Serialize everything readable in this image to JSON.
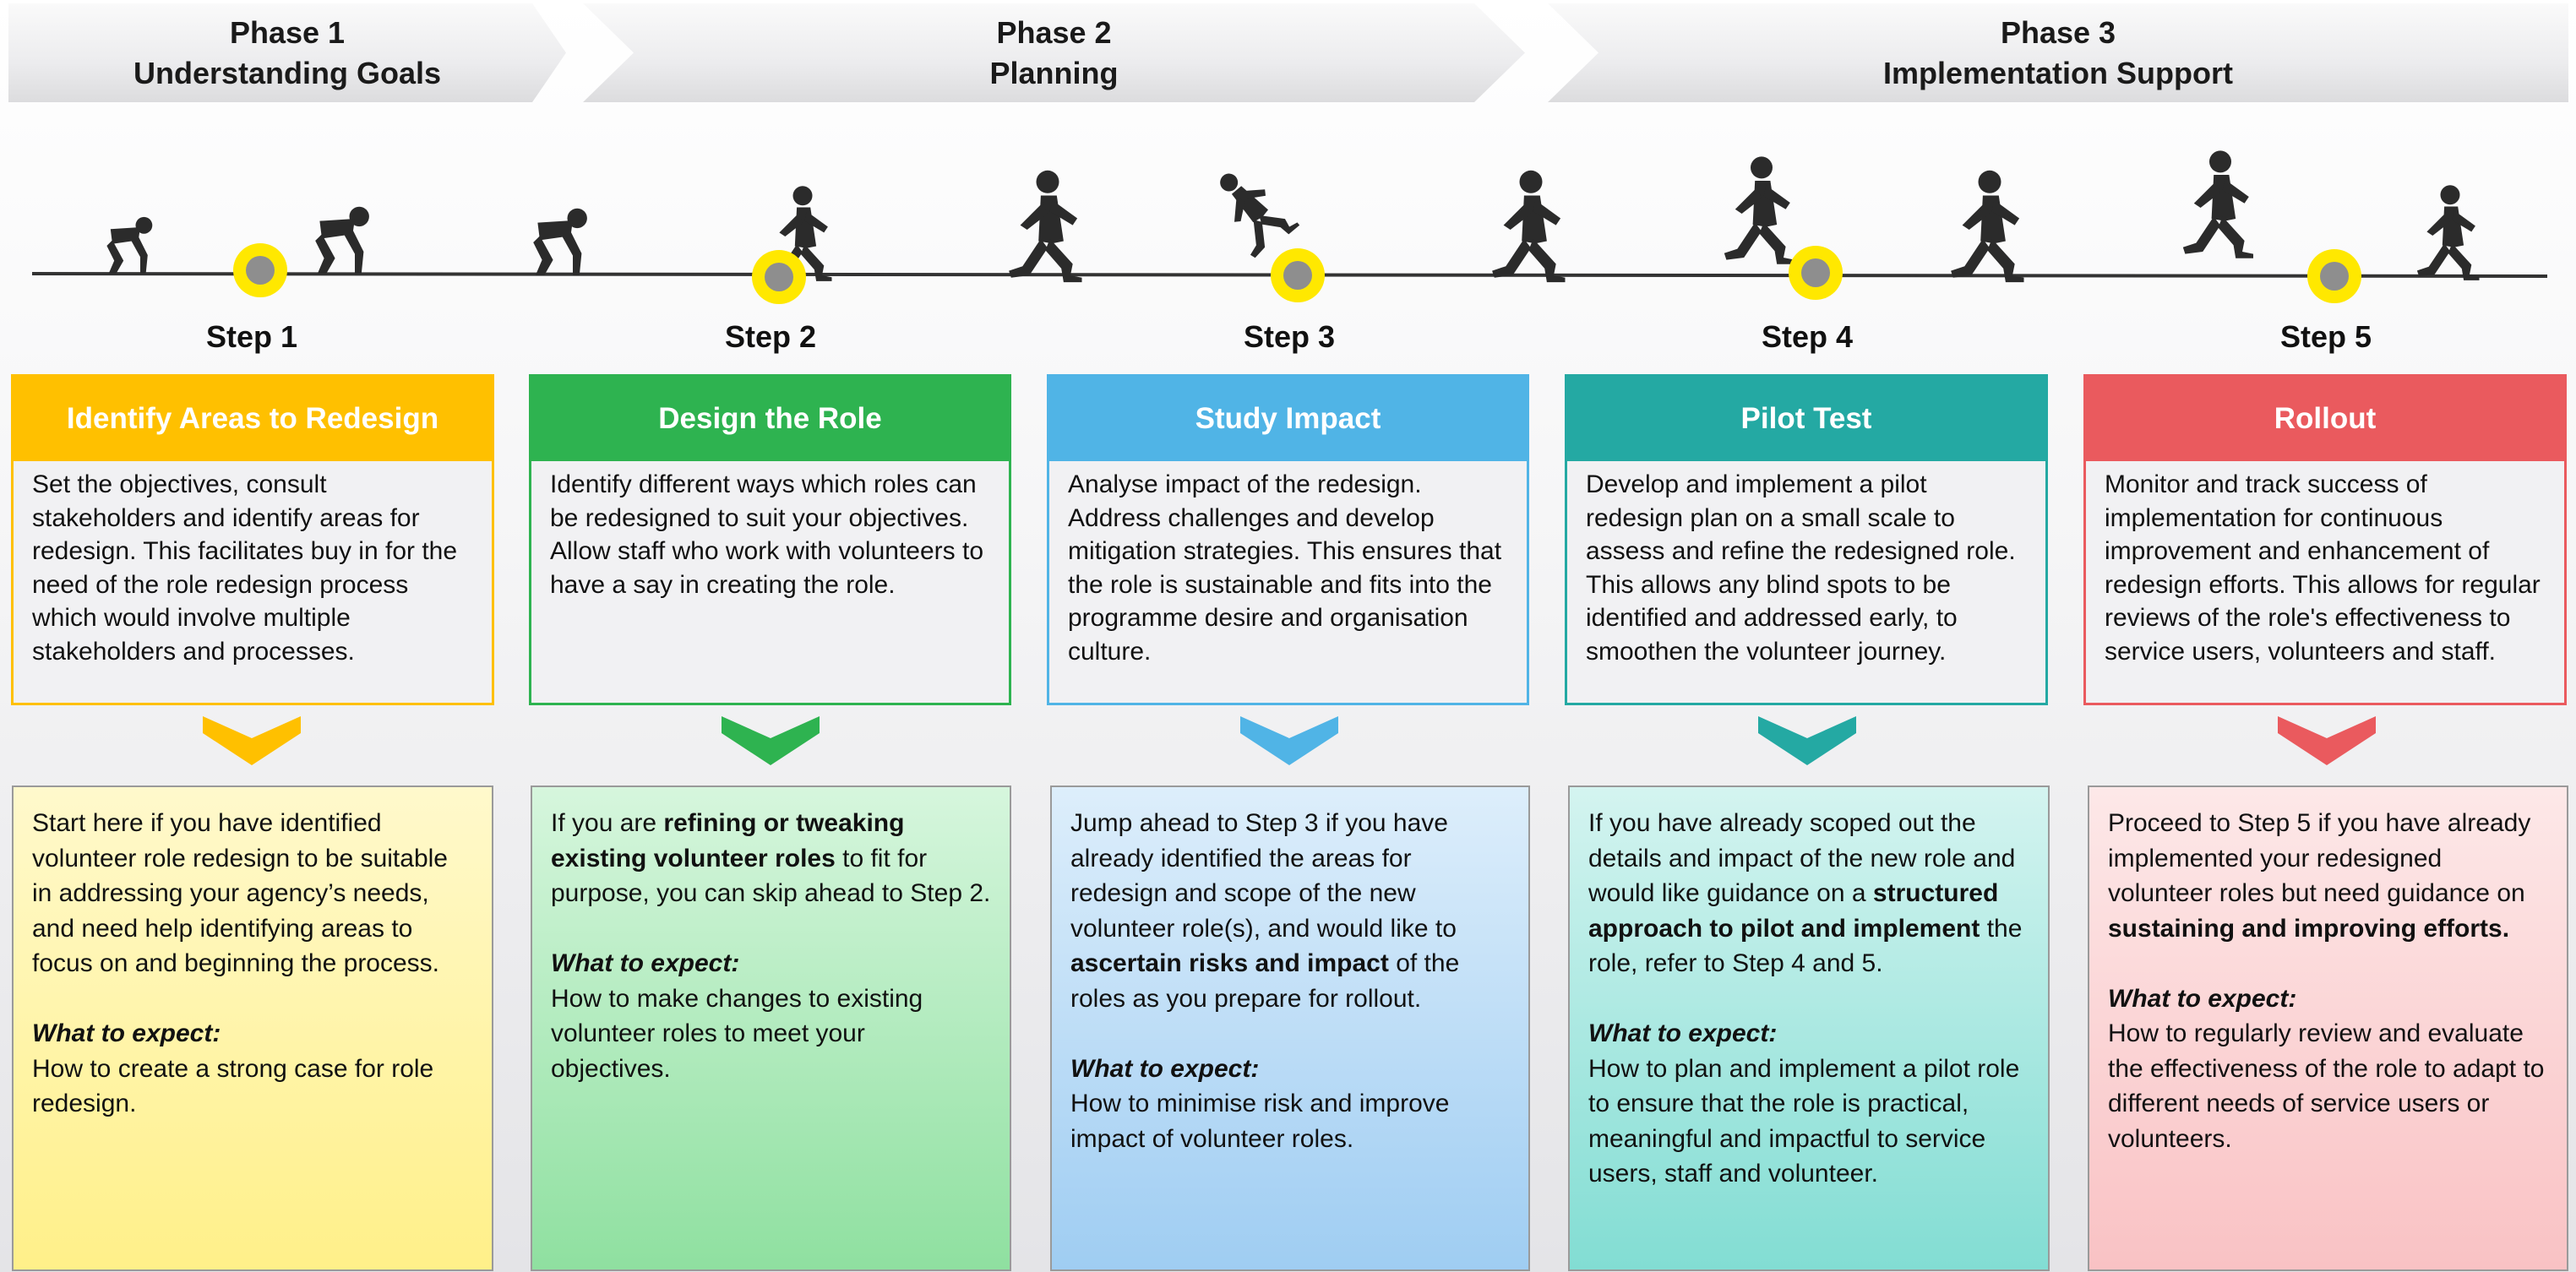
{
  "phases": [
    {
      "number": "Phase 1",
      "name": "Understanding Goals"
    },
    {
      "number": "Phase 2",
      "name": "Planning"
    },
    {
      "number": "Phase 3",
      "name": "Implementation Support"
    }
  ],
  "colors": {
    "step1": "#FFC000",
    "step2": "#2EB350",
    "step3": "#50B4E6",
    "step4": "#24A9A3",
    "step5": "#EA5A5E",
    "marker": "#FFE800",
    "marker_center": "#8E8E8E"
  },
  "steps": [
    {
      "label": "Step 1",
      "title": "Identify Areas to Redesign",
      "description": "Set the objectives, consult stakeholders and identify areas for redesign. This facilitates buy in for the need of the role redesign process which would involve multiple stakeholders and processes.",
      "info": {
        "intro": [
          "Start here if you have identified volunteer role redesign to be suitable in addressing your agency’s needs, and need help identifying areas to focus on and beginning the process."
        ],
        "expect_label": "What to expect:",
        "expect_text": "How to create a strong case for role redesign."
      }
    },
    {
      "label": "Step 2",
      "title": "Design the Role",
      "description": "Identify different ways which roles can be redesigned to suit your objectives. Allow staff who work with volunteers to have a say in creating the role.",
      "info": {
        "intro": [
          "If you are ",
          "refining or tweaking existing volunteer roles",
          " to fit for purpose, you can skip ahead to Step 2."
        ],
        "expect_label": "What to expect:",
        "expect_text": "How to make changes to existing volunteer roles to meet your objectives."
      }
    },
    {
      "label": "Step 3",
      "title": "Study Impact",
      "description": "Analyse impact of the redesign. Address challenges and develop mitigation strategies. This ensures that the role is sustainable and fits into the programme desire and organisation culture.",
      "info": {
        "intro": [
          "Jump ahead to Step 3 if you have already identified the areas for redesign and scope of the new volunteer role(s), and would like to ",
          "ascertain risks and impact",
          " of the roles as you prepare for rollout."
        ],
        "expect_label": "What to expect:",
        "expect_text": "How to minimise risk and improve impact of volunteer roles."
      }
    },
    {
      "label": "Step 4",
      "title": "Pilot Test",
      "description": "Develop and implement a pilot redesign plan on a small scale to assess and refine the redesigned role. This allows any blind spots to be identified and addressed early, to smoothen the volunteer journey.",
      "info": {
        "intro": [
          "If you have already scoped out the details and impact of the new role and would like guidance on a ",
          "structured approach to pilot and implement",
          " the role, refer to Step 4 and 5."
        ],
        "expect_label": "What to expect:",
        "expect_text": "How to plan and implement a pilot role to ensure that the role is practical, meaningful and impactful to service users, staff and volunteer."
      }
    },
    {
      "label": "Step 5",
      "title": "Rollout",
      "description": "Monitor and track success of implementation for continuous improvement and enhancement of redesign efforts. This allows for regular reviews of the role's effectiveness to service users, volunteers and staff.",
      "info": {
        "intro": [
          "Proceed to Step 5 if you have already implemented your redesigned volunteer roles but need guidance on ",
          "sustaining and improving efforts.",
          ""
        ],
        "expect_label": "What to expect:",
        "expect_text": "How to regularly review and evaluate the effectiveness of the role to adapt to different needs of service users or volunteers."
      }
    }
  ]
}
